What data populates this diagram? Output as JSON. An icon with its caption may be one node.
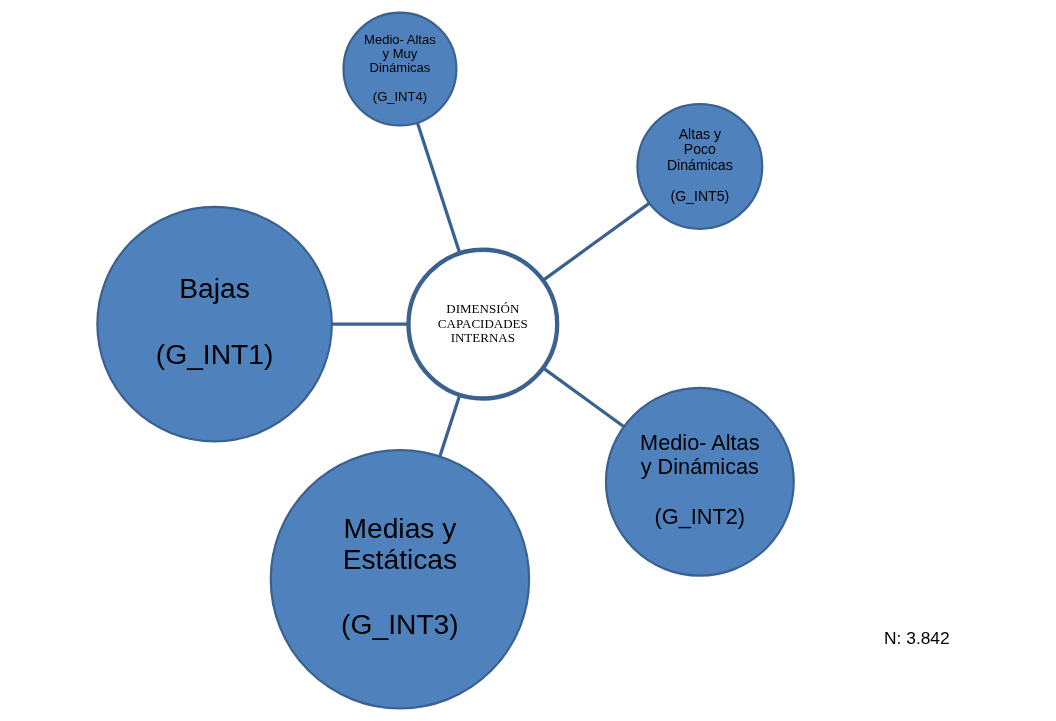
{
  "diagram": {
    "nodes": [
      {
        "text": [
          "Altas y Poco Dinámicas",
          "(G_INT5)"
        ]
      },
      {
        "text": [
          "Medio- Altas y Muy Dinámicas",
          "(G_INT4)"
        ]
      },
      {
        "text": [
          "Bajas",
          "(G_INT1)"
        ]
      },
      {
        "text": [
          "DIMENSIÓN CAPACIDADES INTERNAS"
        ]
      },
      {
        "text": [
          "Medias y Estáticas",
          "(G_INT3)"
        ]
      },
      {
        "text": [
          "Medio- Altas y Dinámicas",
          "(G_INT2)"
        ]
      }
    ],
    "edges": [
      {
        "from": 3,
        "to": 0,
        "arrow": "none"
      },
      {
        "from": 3,
        "to": 1,
        "arrow": "none"
      },
      {
        "from": 3,
        "to": 2,
        "arrow": "none"
      },
      {
        "from": 3,
        "to": 4,
        "arrow": "none"
      },
      {
        "from": 3,
        "to": 5,
        "arrow": "none"
      }
    ],
    "labels": [
      "N: 3.842"
    ]
  }
}
